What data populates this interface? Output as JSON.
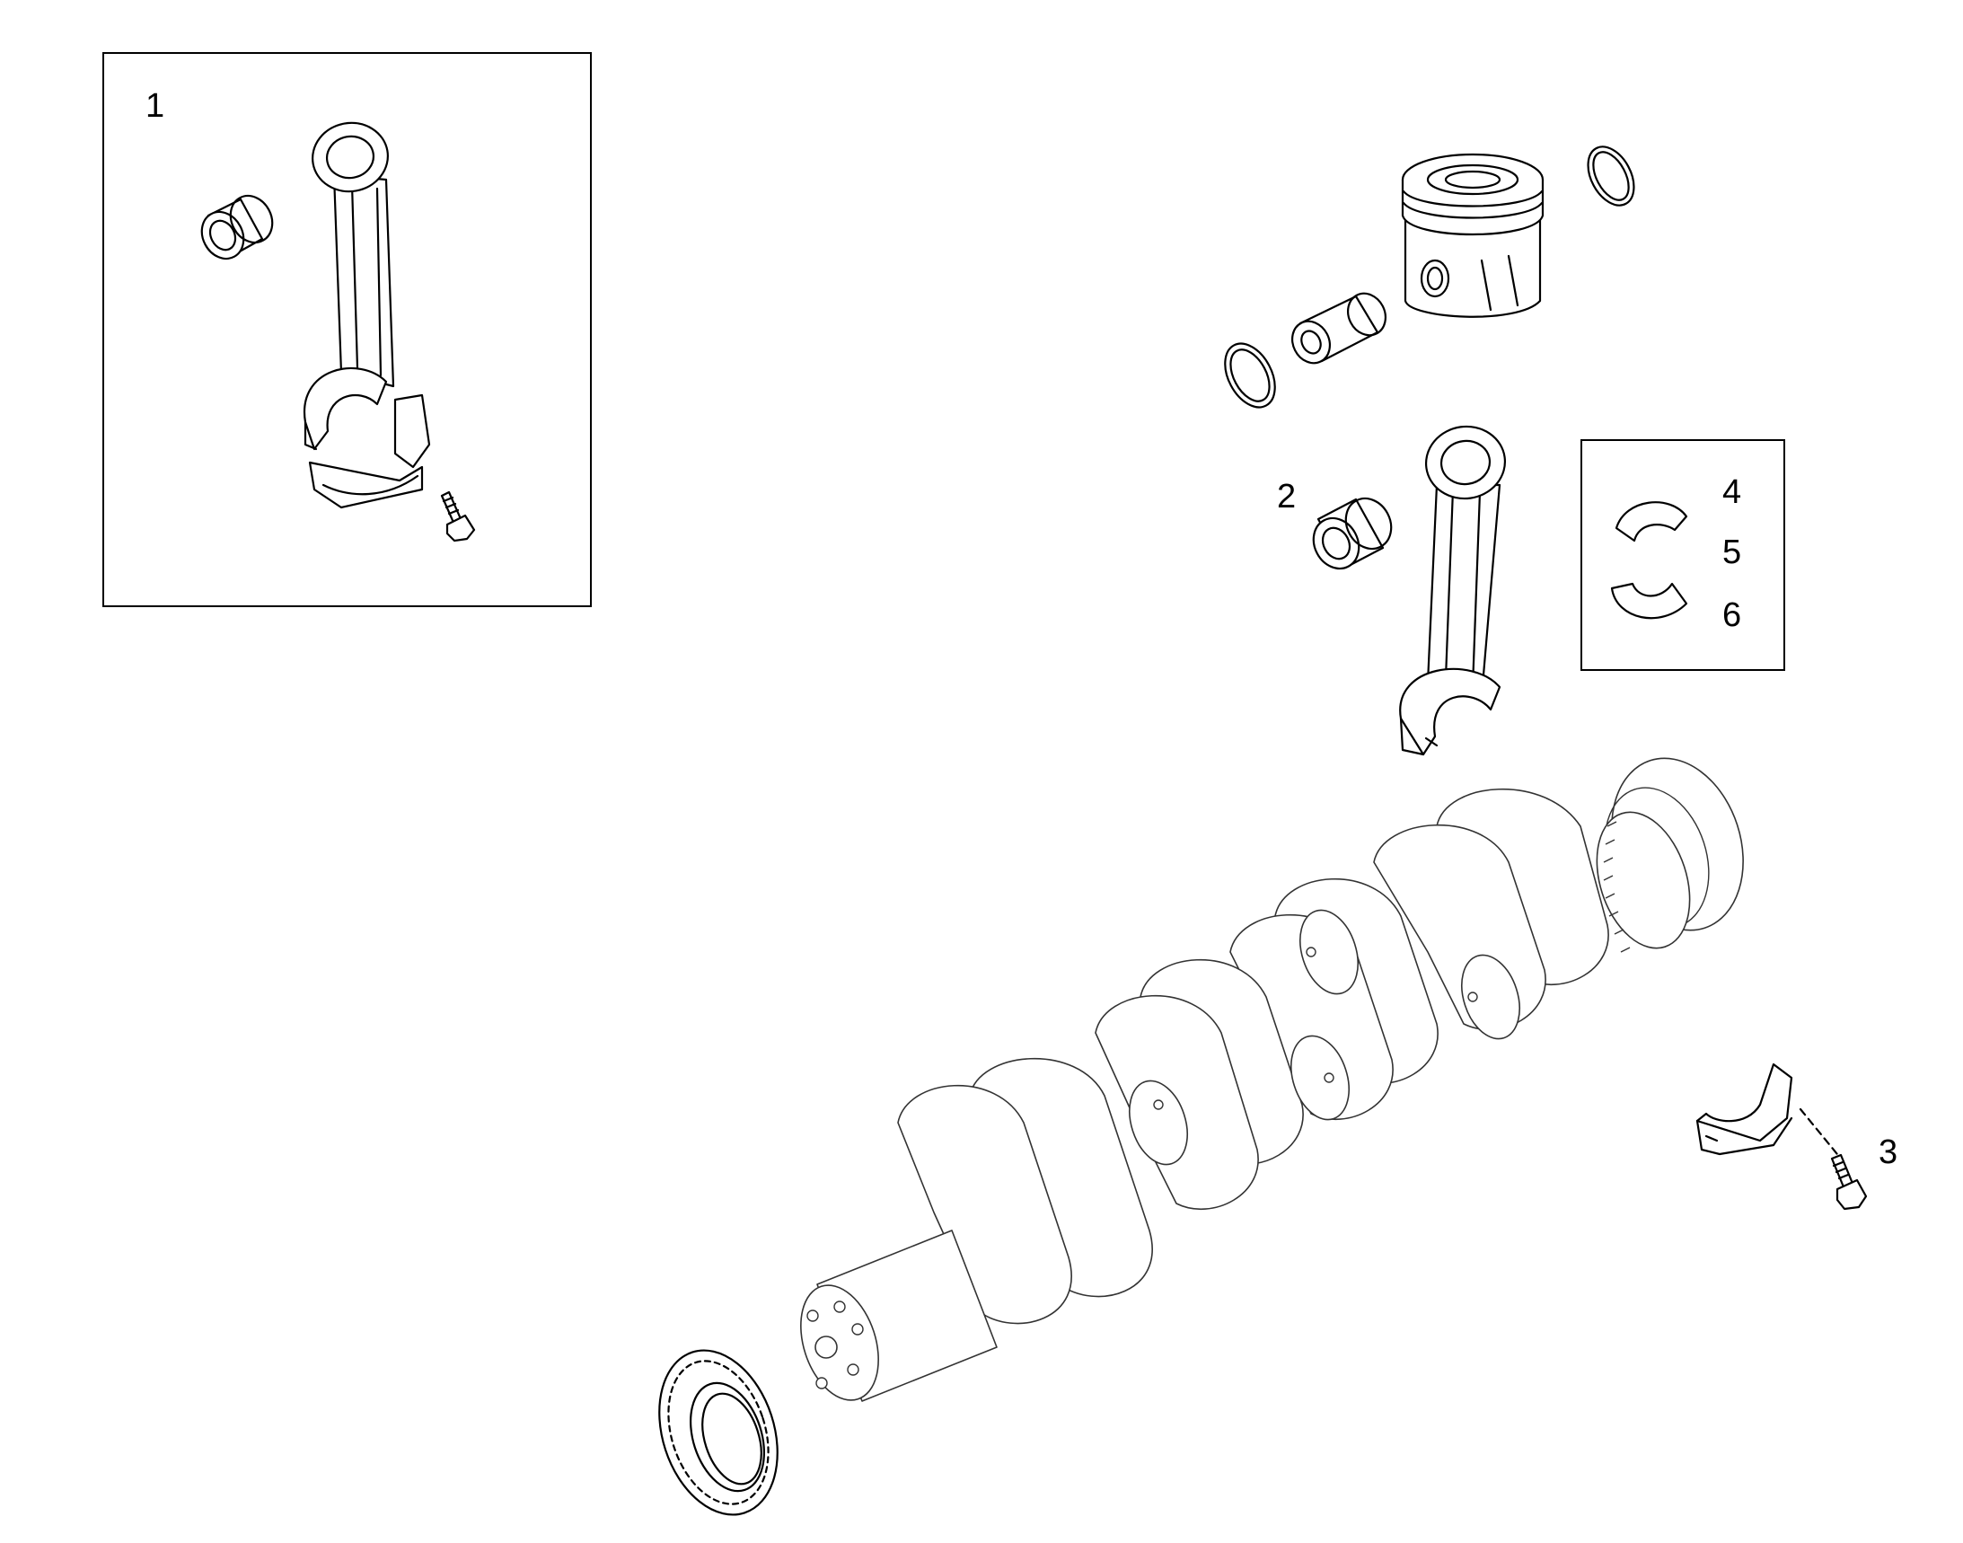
{
  "diagram": {
    "callouts": [
      {
        "id": "1",
        "text": "1"
      },
      {
        "id": "2",
        "text": "2"
      },
      {
        "id": "3",
        "text": "3"
      },
      {
        "id": "4",
        "text": "4"
      },
      {
        "id": "5",
        "text": "5"
      },
      {
        "id": "6",
        "text": "6"
      }
    ],
    "parts": [
      "connecting-rod-assembly",
      "piston",
      "piston-pin",
      "circlip",
      "connecting-rod-bushing",
      "connecting-rod",
      "bearing-shells",
      "crankshaft",
      "crankshaft-gear",
      "main-bearing-cap",
      "cap-bolt"
    ]
  }
}
